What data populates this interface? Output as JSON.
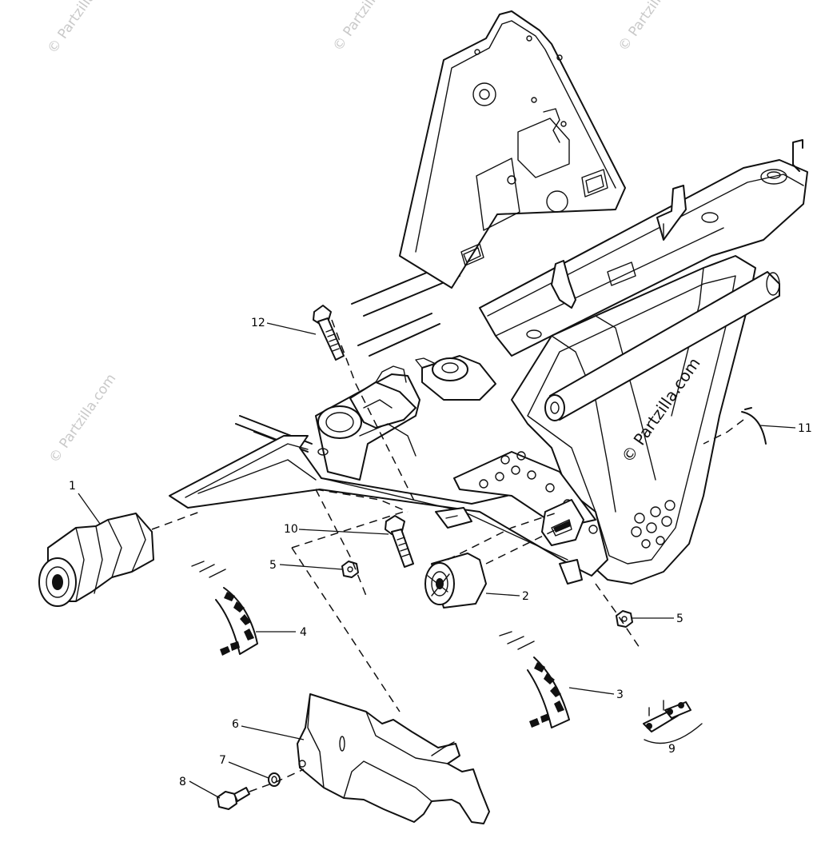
{
  "watermarks": {
    "faint": "© Partzilla.com",
    "center": "© Partzilla.com"
  },
  "callouts": {
    "c1": "1",
    "c2": "2",
    "c3": "3",
    "c4": "4",
    "c5a": "5",
    "c5b": "5",
    "c6": "6",
    "c7": "7",
    "c8": "8",
    "c9": "9",
    "c10": "10",
    "c11": "11",
    "c12": "12"
  }
}
